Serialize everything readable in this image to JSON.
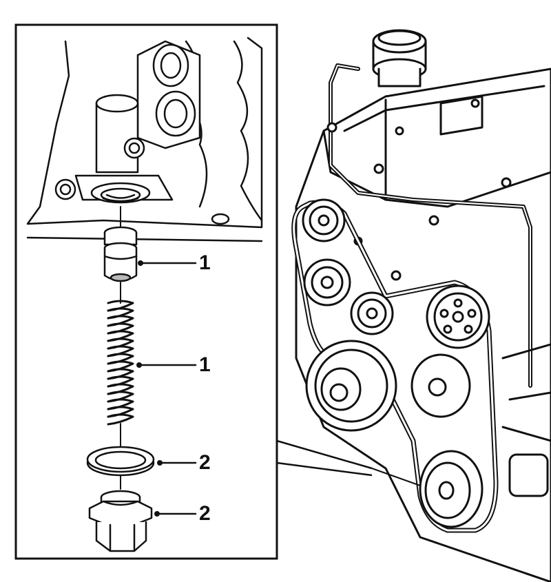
{
  "callouts": [
    {
      "id": "plunger",
      "label": "1"
    },
    {
      "id": "spring",
      "label": "1"
    },
    {
      "id": "seal-washer",
      "label": "2"
    },
    {
      "id": "plug-bolt",
      "label": "2"
    }
  ],
  "colors": {
    "line": "#111111",
    "paper": "#ffffff",
    "shade": "#b9b9b9"
  }
}
